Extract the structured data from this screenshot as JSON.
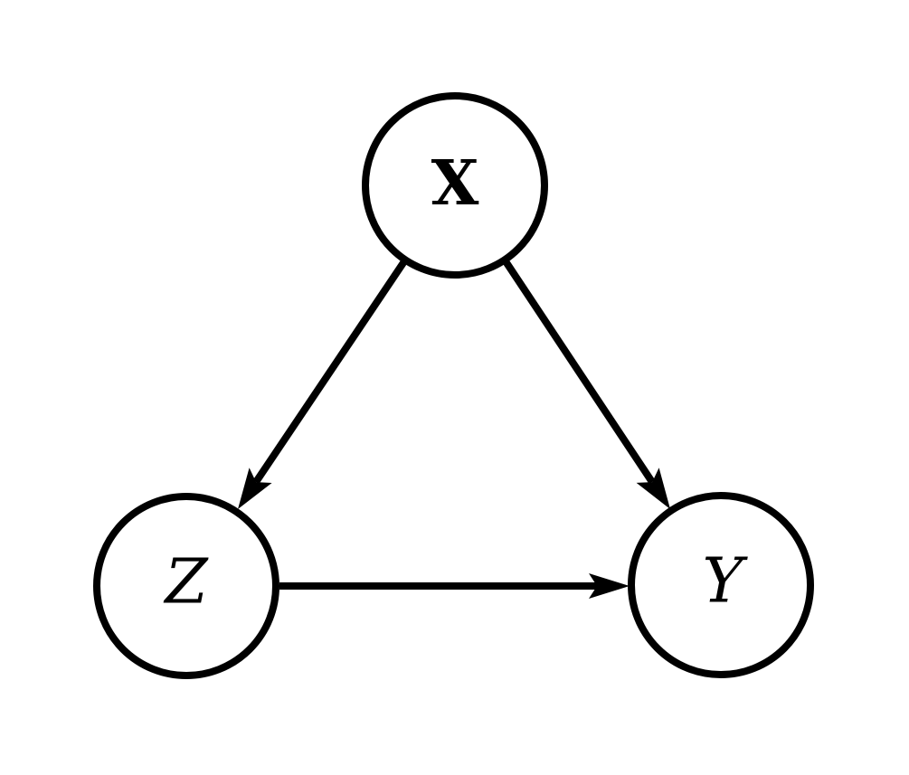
{
  "diagram": {
    "type": "directed-graph",
    "description": "Causal graph with three circular nodes and three directed edges",
    "background_color": "#ffffff",
    "stroke_color": "#000000",
    "node_fill_color": "#ffffff",
    "nodes": [
      {
        "id": "X",
        "label": "X",
        "font_style": "bold",
        "position": "top-center"
      },
      {
        "id": "Z",
        "label": "Z",
        "font_style": "italic",
        "position": "bottom-left"
      },
      {
        "id": "Y",
        "label": "Y",
        "font_style": "italic",
        "position": "bottom-right"
      }
    ],
    "edges": [
      {
        "from": "X",
        "to": "Z"
      },
      {
        "from": "X",
        "to": "Y"
      },
      {
        "from": "Z",
        "to": "Y"
      }
    ]
  }
}
